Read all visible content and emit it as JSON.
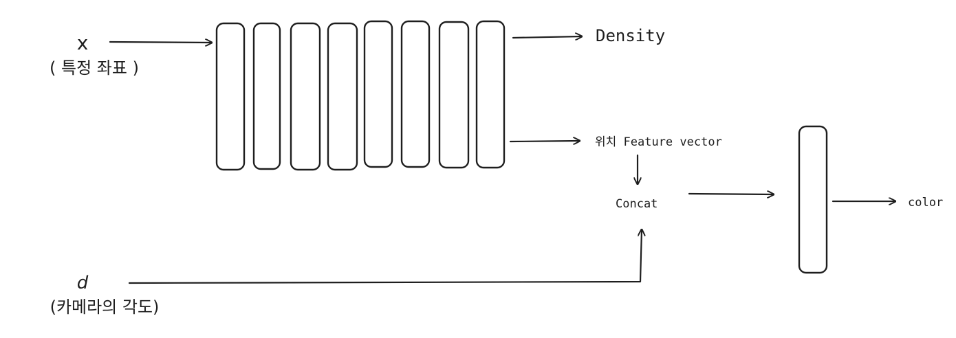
{
  "inputs": {
    "x_symbol": "x",
    "x_caption": "( 특정 좌표 )",
    "d_symbol": "d",
    "d_caption": "(카메라의 각도)"
  },
  "nodes": {
    "density": "Density",
    "feature_vector": "위치 Feature vector",
    "concat": "Concat",
    "color": "color"
  },
  "network": {
    "layer_count": 8
  },
  "colors": {
    "stroke": "#1e1e1e",
    "background": "#ffffff"
  }
}
